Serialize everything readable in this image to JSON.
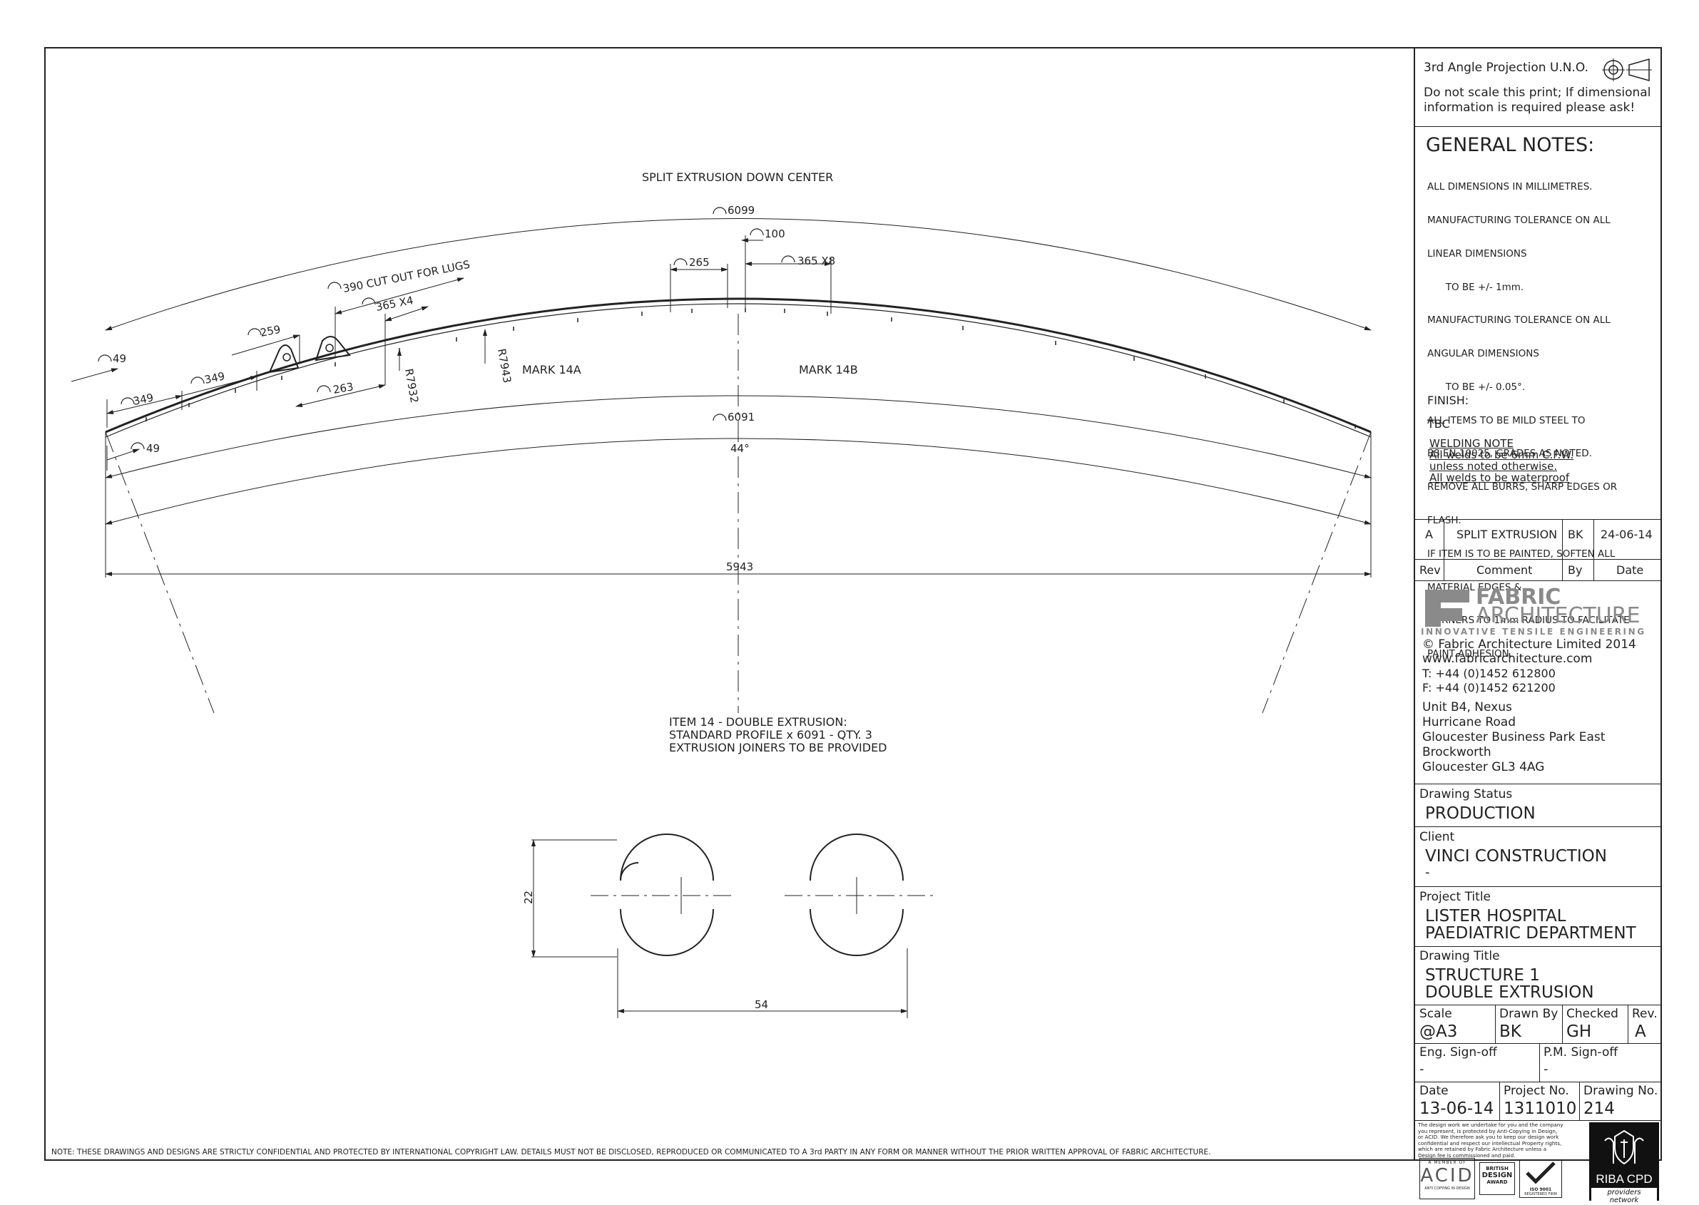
{
  "drawing": {
    "top_note": "SPLIT EXTRUSION DOWN CENTER",
    "dimensions": {
      "outer_arc": "6099",
      "inner_arc": "6091",
      "d100": "100",
      "d265": "265",
      "d365x8": "365 X8",
      "lugs": "390 CUT OUT FOR LUGS",
      "d365x4": "365 X4",
      "d259": "259",
      "d49_top": "49",
      "d349_a": "349",
      "d349_b": "349",
      "d263": "263",
      "d49_bottom": "49",
      "r7932": "R7932",
      "r7943": "R7943",
      "angle": "44°",
      "chord": "5943"
    },
    "mark_a": "MARK 14A",
    "mark_b": "MARK 14B",
    "item_note": [
      "ITEM 14 - DOUBLE EXTRUSION:",
      "STANDARD PROFILE x 6091 - QTY. 3",
      "EXTRUSION JOINERS TO BE PROVIDED"
    ],
    "section_height": "22",
    "section_width": "54"
  },
  "footer_note": "NOTE: THESE DRAWINGS AND DESIGNS ARE STRICTLY CONFIDENTIAL AND PROTECTED BY INTERNATIONAL COPYRIGHT LAW. DETAILS MUST NOT BE DISCLOSED, REPRODUCED OR COMMUNICATED TO A 3rd PARTY IN ANY FORM OR MANNER WITHOUT THE PRIOR WRITTEN APPROVAL OF FABRIC ARCHITECTURE.",
  "title_block": {
    "projection": "3rd Angle Projection U.N.O.",
    "scale_warning": [
      "Do not scale this print; If dimensional",
      "information is required please ask!"
    ],
    "general_notes_title": "GENERAL NOTES:",
    "general_notes": [
      "ALL DIMENSIONS IN MILLIMETRES.",
      "MANUFACTURING TOLERANCE ON ALL",
      "LINEAR DIMENSIONS",
      "      TO BE +/- 1mm.",
      "MANUFACTURING TOLERANCE ON ALL",
      "ANGULAR DIMENSIONS",
      "      TO BE +/- 0.05°.",
      "ALL ITEMS TO BE MILD STEEL TO",
      "BS.EN.10025, GRADES AS NOTED.",
      "REMOVE ALL BURRS, SHARP EDGES OR",
      "FLASH.",
      "IF ITEM IS TO BE PAINTED, SOFTEN ALL",
      "MATERIAL EDGES &",
      "CORNERS TO 1mm RADIUS TO FACILITATE",
      "PAINT ADHESION."
    ],
    "finish_label": "FINISH:",
    "finish_value": "TBC",
    "welding_title": "WELDING NOTE",
    "welding_lines": [
      "All welds to be 6mm C.F.W.",
      "unless noted otherwise.",
      "All welds to be waterproof"
    ],
    "revision": {
      "rev": "A",
      "comment": "SPLIT EXTRUSION",
      "by": "BK",
      "date": "24-06-14"
    },
    "rev_headers": {
      "rev": "Rev",
      "comment": "Comment",
      "by": "By",
      "date": "Date"
    },
    "company": {
      "logo_line1": "FABRIC",
      "logo_line2": "ARCHITECTURE",
      "tagline": "INNOVATIVE TENSILE ENGINEERING",
      "copyright": "© Fabric Architecture Limited 2014",
      "website": "www.fabricarchitecture.com",
      "tel": "T: +44 (0)1452 612800",
      "fax": "F: +44 (0)1452 621200",
      "address": [
        "Unit B4, Nexus",
        "Hurricane Road",
        "Gloucester Business Park East",
        "Brockworth",
        "Gloucester GL3 4AG"
      ]
    },
    "drawing_status_label": "Drawing Status",
    "drawing_status": "PRODUCTION",
    "client_label": "Client",
    "client": "VINCI CONSTRUCTION",
    "client_sub": "-",
    "project_title_label": "Project Title",
    "project_title": [
      "LISTER HOSPITAL",
      "PAEDIATRIC DEPARTMENT"
    ],
    "drawing_title_label": "Drawing Title",
    "drawing_title": [
      "STRUCTURE 1",
      "DOUBLE EXTRUSION"
    ],
    "scale_label": "Scale",
    "scale": "@A3",
    "drawn_by_label": "Drawn By",
    "drawn_by": "BK",
    "checked_label": "Checked",
    "checked": "GH",
    "rev_label": "Rev.",
    "rev_value": "A",
    "eng_signoff_label": "Eng. Sign-off",
    "eng_signoff": "-",
    "pm_signoff_label": "P.M. Sign-off",
    "pm_signoff": "-",
    "date_label": "Date",
    "date": "13-06-14",
    "project_no_label": "Project No.",
    "project_no": "1311010",
    "drawing_no_label": "Drawing No.",
    "drawing_no": "214",
    "legal": [
      "The design work we undertake for you and the company",
      "you represent, is protected by Anti-Copying in Design,",
      "or ACID. We therefore ask you to keep our design work",
      "confidential and respect our intellectual Property rights,",
      "which are retained by Fabric Architecture unless a",
      "Design fee is commissioned and paid."
    ],
    "badges": {
      "acid_top": "A MEMBER OF",
      "acid": "ACID",
      "acid_bottom": "ANTI COPYING IN DESIGN",
      "british": "BRITISH",
      "design": "DESIGN",
      "award": "AWARD",
      "iso": "ISO 9001",
      "iso_sub": "REGISTERED FIRM",
      "riba": "RIBA CPD",
      "riba_sub": "providers network"
    }
  },
  "colors": {
    "line": "#222222",
    "logo_grey": "#8a8a8a"
  }
}
